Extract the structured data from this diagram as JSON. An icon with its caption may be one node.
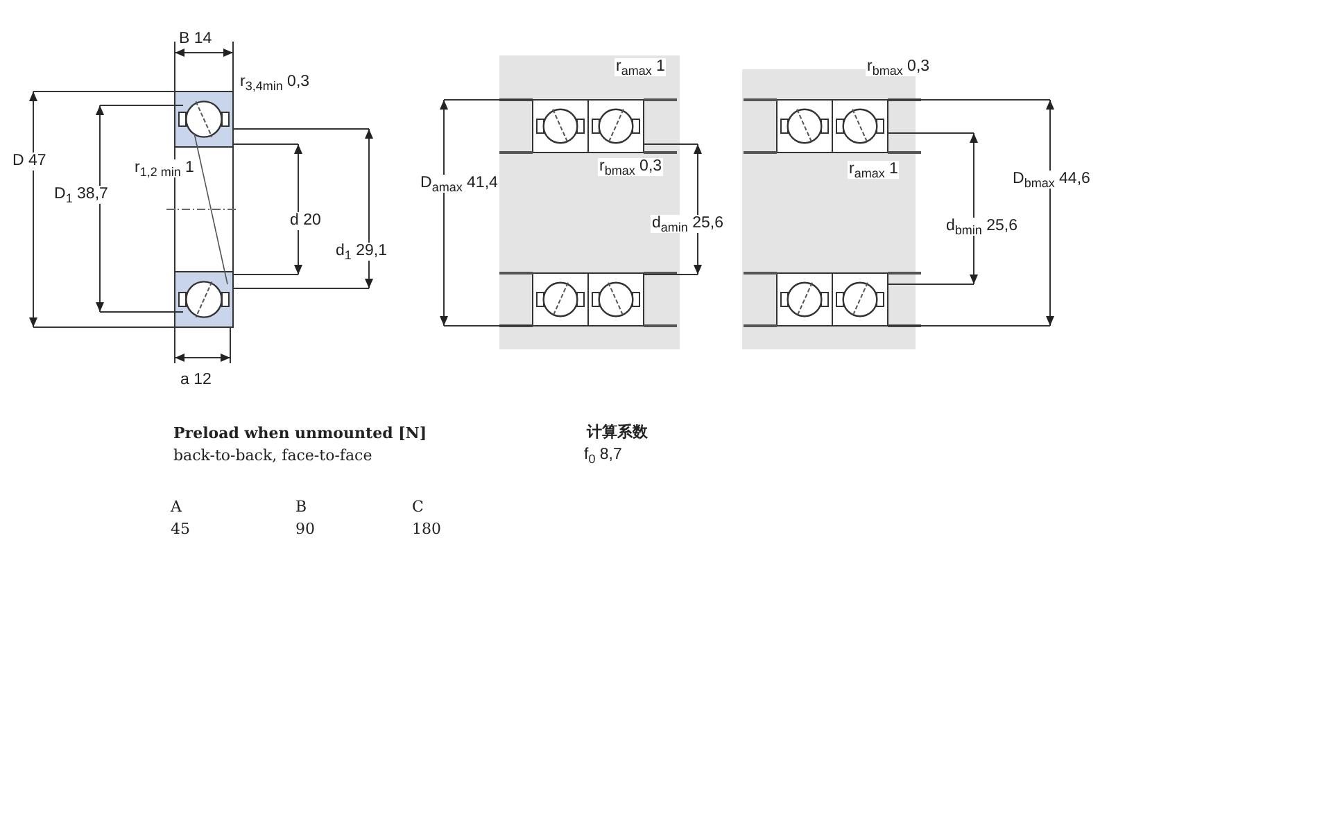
{
  "diagram": {
    "labels": [
      "B 14",
      "r$_{3,4min}$ 0,3",
      "D 47",
      "D$_{1}$ 38,7",
      "r$_{1,2 min}$ 1",
      "d 20",
      "d$_{1}$ 29,1",
      "a 12",
      "r$_{amax}$ 1",
      "D$_{amax}$ 41,4",
      "r$_{bmax}$ 0,3",
      "d$_{amin}$ 25,6",
      "r$_{bmax}$ 0,3",
      "r$_{amax}$ 1",
      "D$_{bmax}$ 44,6",
      "d$_{bmin}$ 25,6",
      "Preload when unmounted [N]",
      "back-to-back, face-to-face",
      "计算系数",
      "f$_{0}$ 8,7",
      "A",
      "B",
      "C",
      "45",
      "90",
      "180"
    ]
  }
}
